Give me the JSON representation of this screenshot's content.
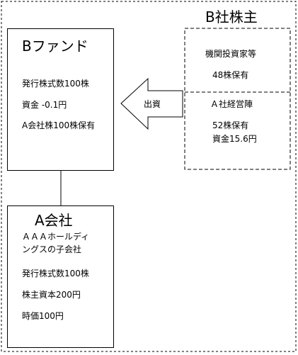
{
  "b_shareholders": {
    "title": "B社株主",
    "institutional": {
      "name": "機関投資家等",
      "holding": "48株保有"
    },
    "a_management": {
      "name": "Ａ社経営陣",
      "holding": "52株保有",
      "capital": "資金15.6円"
    }
  },
  "flow_arrow": {
    "label": "出資"
  },
  "b_fund": {
    "title": "Bファンド",
    "issued_shares": "発行株式数100株",
    "funds": "資金 -0.1円",
    "holding": "A会社株100株保有"
  },
  "a_company": {
    "title": "A会社",
    "subtitle_line1": "ＡＡＡホールディ",
    "subtitle_line2": "ングスの子会社",
    "issued_shares": "発行株式数100株",
    "equity": "株主資本200円",
    "market_value": "時価100円"
  }
}
